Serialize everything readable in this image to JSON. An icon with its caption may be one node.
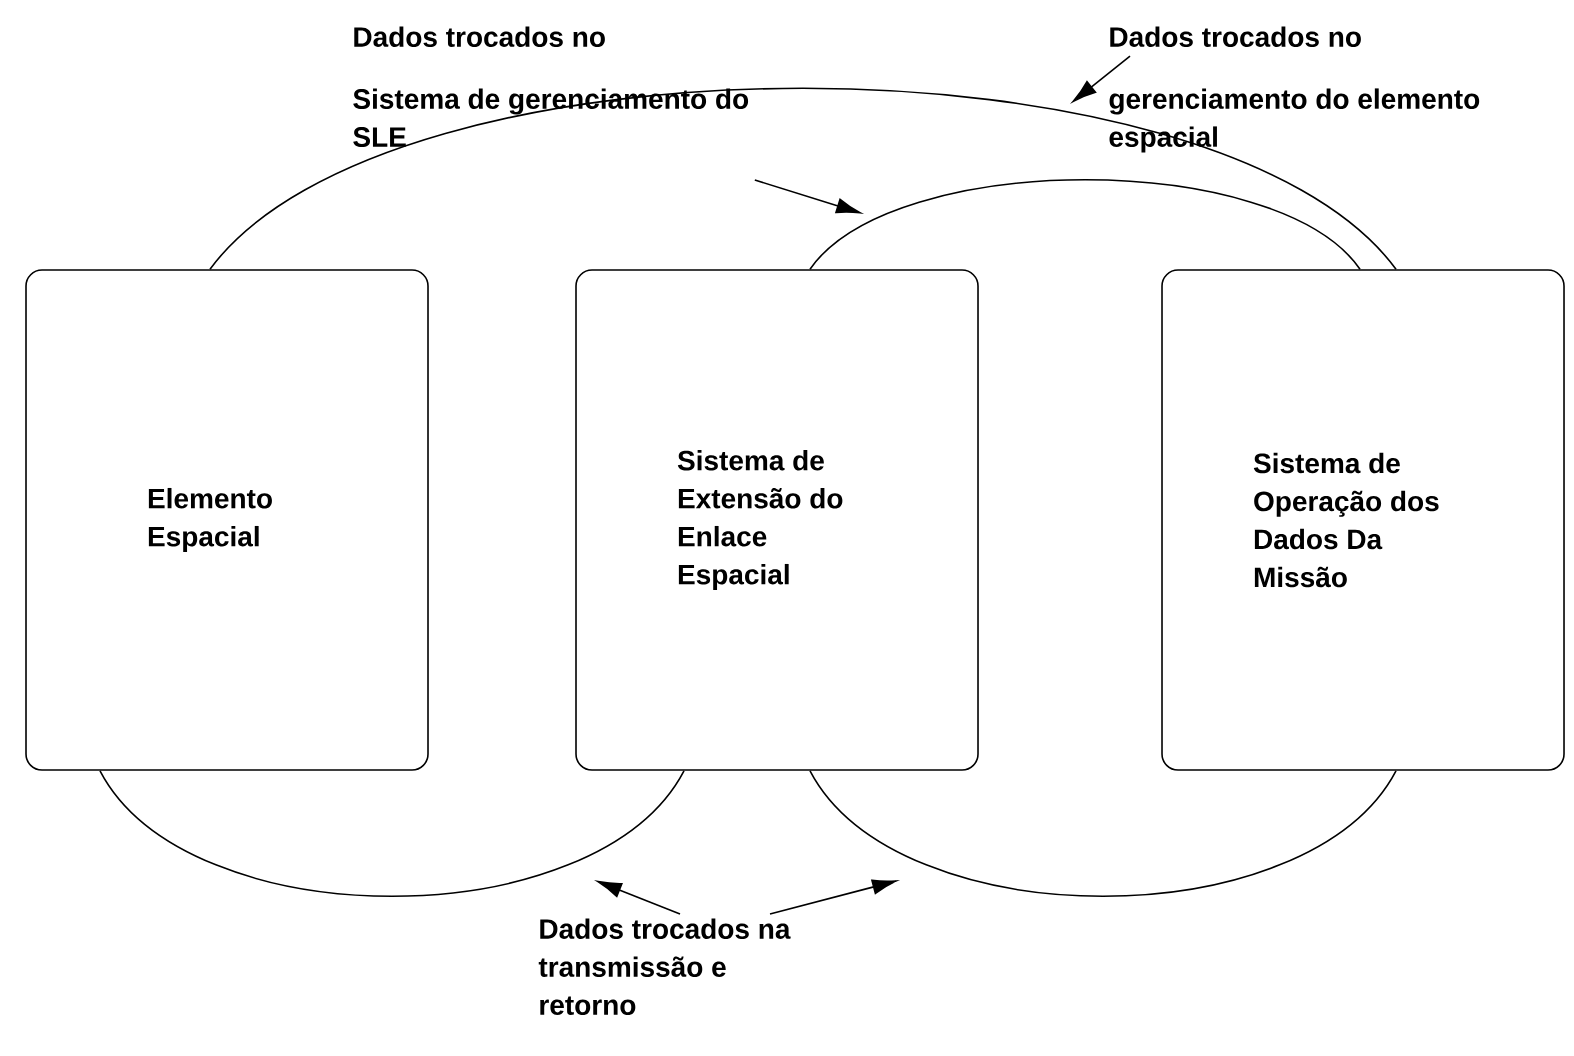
{
  "diagram": {
    "nodes": [
      {
        "text": [
          "Elemento Espacial"
        ]
      },
      {
        "text": [
          "Sistema de Extensão do Enlace Espacial"
        ]
      },
      {
        "text": [
          "Sistema de Operação dos Dados Da Missão"
        ]
      },
      {
        "text": [
          "Dados trocados no",
          "Sistema de gerenciamento do SLE"
        ]
      },
      {
        "text": [
          "Dados trocados no",
          "gerenciamento do elemento espacial"
        ]
      },
      {
        "text": [
          "Dados trocados na transmissão e retorno"
        ]
      }
    ],
    "edges": [
      {
        "from": 0,
        "to": 2,
        "arrow": "none"
      },
      {
        "from": 1,
        "to": 2,
        "arrow": "none"
      },
      {
        "from": 0,
        "to": 1,
        "arrow": "none"
      },
      {
        "from": 1,
        "to": 2,
        "arrow": "none"
      },
      {
        "from": 3,
        "to": null,
        "arrow": "to"
      },
      {
        "from": 4,
        "to": null,
        "arrow": "to"
      },
      {
        "from": 5,
        "to": null,
        "arrow": "to"
      },
      {
        "from": 5,
        "to": null,
        "arrow": "to"
      }
    ]
  }
}
